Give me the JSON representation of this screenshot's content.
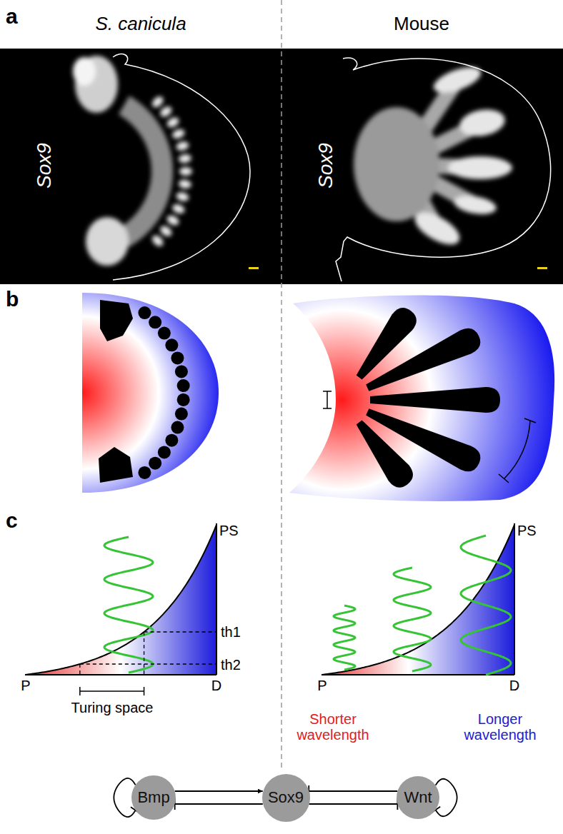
{
  "diagram": {
    "nodes": [
      {
        "text": [
          "Bmp"
        ]
      },
      {
        "text": [
          "Sox9"
        ]
      },
      {
        "text": [
          "Wnt"
        ]
      }
    ],
    "edges": [
      {
        "from": 0,
        "to": 1,
        "arrow": "to"
      },
      {
        "from": 1,
        "to": 0,
        "arrow": "to"
      },
      {
        "from": 2,
        "to": 1,
        "arrow": "to"
      },
      {
        "from": 1,
        "to": 2,
        "arrow": "to"
      },
      {
        "from": 0,
        "to": 0,
        "arrow": "to"
      },
      {
        "from": 2,
        "to": 2,
        "arrow": "to"
      }
    ],
    "labels": [
      "a",
      "S. canicula",
      "Mouse",
      "Sox9",
      "Sox9",
      "b",
      "c",
      "PS",
      "th1",
      "th2",
      "P",
      "D",
      "Turing space",
      "PS",
      "P",
      "D",
      "Shorter wavelength",
      "Longer wavelength"
    ]
  }
}
